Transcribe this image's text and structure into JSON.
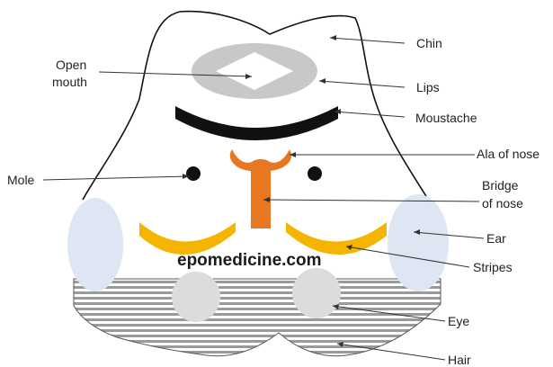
{
  "diagram": {
    "watermark": "epomedicine.com",
    "labels": {
      "chin": "Chin",
      "open_mouth_line1": "Open",
      "open_mouth_line2": "mouth",
      "lips": "Lips",
      "moustache": "Moustache",
      "ala_of_nose": "Ala of nose",
      "mole": "Mole",
      "bridge_line1": "Bridge",
      "bridge_line2": "of nose",
      "ear": "Ear",
      "stripes": "Stripes",
      "eye": "Eye",
      "hair": "Hair"
    },
    "colors": {
      "outline": "#111111",
      "lips": "#c8c8c8",
      "moustache": "#111111",
      "nose": "#e87722",
      "stripes": "#f5b400",
      "ear": "#dde6f2",
      "eye": "#dcdcdc",
      "hair": "#9a9a9a"
    }
  }
}
